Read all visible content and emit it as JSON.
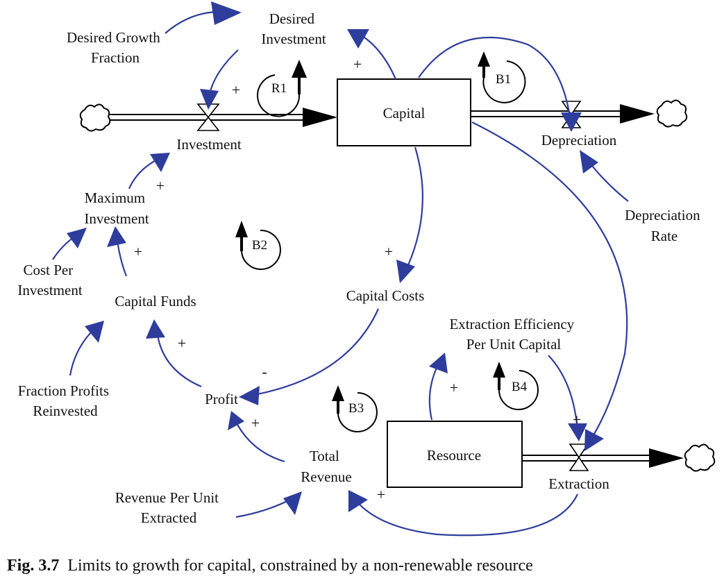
{
  "colors": {
    "link": "#2e3d9c",
    "ink": "#000000"
  },
  "stocks": {
    "capital": "Capital",
    "resource": "Resource"
  },
  "flows": {
    "investment": "Investment",
    "depreciation": "Depreciation",
    "extraction": "Extraction"
  },
  "variables": {
    "desired_investment": [
      "Desired",
      "Investment"
    ],
    "desired_growth_fraction": [
      "Desired Growth",
      "Fraction"
    ],
    "maximum_investment": [
      "Maximum",
      "Investment"
    ],
    "cost_per_investment": [
      "Cost Per",
      "Investment"
    ],
    "capital_funds": "Capital Funds",
    "fraction_profits_reinvested": [
      "Fraction Profits",
      "Reinvested"
    ],
    "profit": "Profit",
    "capital_costs": "Capital Costs",
    "total_revenue": [
      "Total",
      "Revenue"
    ],
    "revenue_per_unit_extracted": [
      "Revenue Per Unit",
      "Extracted"
    ],
    "extraction_efficiency": [
      "Extraction Efficiency",
      "Per Unit Capital"
    ],
    "depreciation_rate": [
      "Depreciation",
      "Rate"
    ]
  },
  "loops": {
    "r1": "R1",
    "b1": "B1",
    "b2": "B2",
    "b3": "B3",
    "b4": "B4"
  },
  "signs": {
    "desired_to_investment": "+",
    "capital_to_desired": "+",
    "maxinv_to_investment": "+",
    "funds_to_maxinv": "+",
    "profit_to_funds": "+",
    "capital_to_costs": "+",
    "costs_to_profit": "-",
    "revenue_to_profit": "+",
    "resource_to_efficiency": "+",
    "efficiency_to_extraction": "+",
    "extraction_to_revenue": "+"
  },
  "caption": {
    "figure": "Fig. 3.7",
    "text": "Limits to growth for capital, constrained by a non-renewable resource"
  }
}
